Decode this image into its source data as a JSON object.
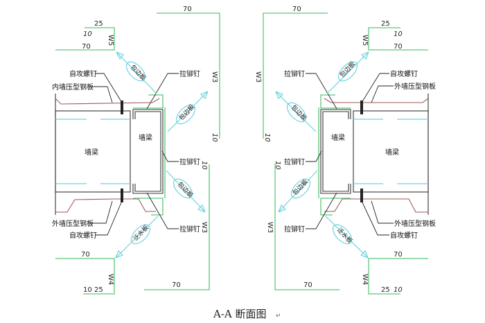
{
  "caption": "A-A 断面图",
  "caption_mark": "↵",
  "left": {
    "dims": {
      "top_w5_25": "25",
      "top_w5_10": "10",
      "top_w5_70": "70",
      "w5": "W5",
      "w3_top_70": "70",
      "w3": "W3",
      "w3_10_top": "10",
      "w3_10_bot": "10",
      "w3_lower": "W3",
      "w3_bot_70": "70",
      "w4_70": "70",
      "w4": "W4",
      "w4_10": "10",
      "w4_25": "25"
    },
    "labels": {
      "self_tapping_screw_top": "自攻螺钉",
      "inner_wall_panel": "内墙压型钢板",
      "rivet_top": "拉铆钉",
      "rivet_mid": "拉铆钉",
      "rivet_bot": "拉铆钉",
      "purlin_small": "墙梁",
      "purlin_big": "墙梁",
      "outer_wall_panel": "外墙压型钢板",
      "self_tapping_screw_bot": "自攻螺钉"
    },
    "arrows": {
      "flashing_top": "包边板",
      "flashing_mid": "包边板",
      "flashing_low": "包边板",
      "drain": "泛水板"
    }
  },
  "right": {
    "dims": {
      "top_w5_25": "25",
      "top_w5_10": "10",
      "top_w5_70": "70",
      "w5": "W5",
      "w3_top_70": "70",
      "w3": "W3",
      "w3_10_top": "10",
      "w3_10_bot": "10",
      "w3_lower": "W3",
      "w3_bot_70": "70",
      "w4_70": "70",
      "w4": "W4",
      "w4_10": "10",
      "w4_25": "25"
    },
    "labels": {
      "self_tapping_screw_top": "自攻螺钉",
      "outer_wall_panel_top": "外墙压型钢板",
      "rivet_top": "拉铆钉",
      "rivet_mid": "拉铆钉",
      "rivet_bot": "拉铆钉",
      "purlin_small": "墙梁",
      "purlin_big": "墙梁",
      "outer_wall_panel": "外墙压型钢板",
      "self_tapping_screw_bot": "自攻螺钉"
    },
    "arrows": {
      "flashing_top": "包边板",
      "flashing_mid": "包边板",
      "flashing_low": "包边板",
      "drain": "泛水板"
    }
  }
}
